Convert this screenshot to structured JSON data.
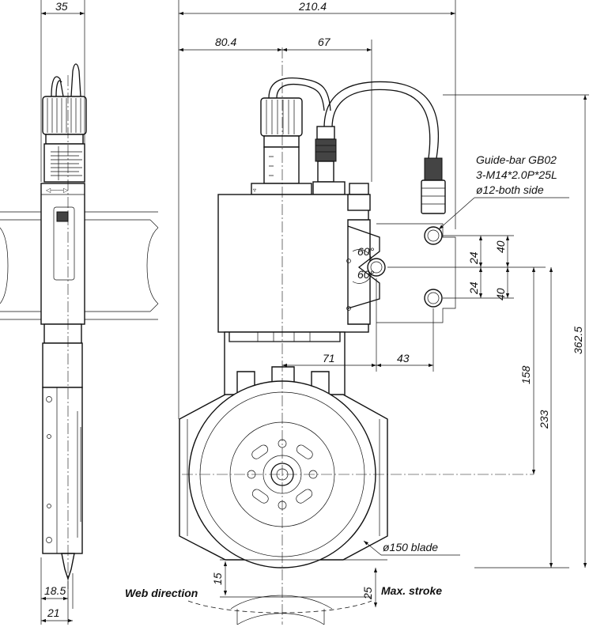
{
  "dimensions": {
    "total_width": "210.4",
    "side_width": "35",
    "left_offset": "80.4",
    "right_offset": "67",
    "hole_pitch_upper": "40",
    "hole_pitch_lower": "40",
    "hole_half_upper": "24",
    "hole_half_lower": "24",
    "angle_upper": "60°",
    "angle_lower": "60°",
    "horizontal_71": "71",
    "horizontal_43": "43",
    "vertical_158": "158",
    "vertical_233": "233",
    "total_height": "362.5",
    "web_offset": "15",
    "stroke_value": "25",
    "side_bottom_1": "18.5",
    "side_bottom_2": "21"
  },
  "labels": {
    "guide_bar_line1": "Guide-bar GB02",
    "guide_bar_line2": "3-M14*2.0P*25L",
    "guide_bar_line3": "ø12-both side",
    "blade": "ø150 blade",
    "web_direction": "Web direction",
    "max_stroke": "Max. stroke"
  }
}
